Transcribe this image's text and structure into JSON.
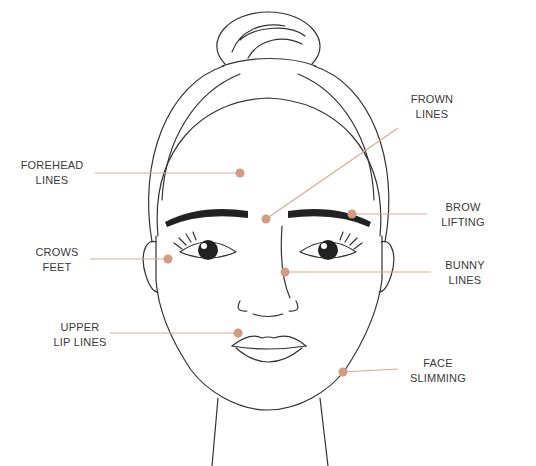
{
  "diagram": {
    "labels": [
      "FROWN LINES",
      "FOREHEAD LINES",
      "BROW LIFTING",
      "CROWS FEET",
      "BUNNY LINES",
      "UPPER LIP LINES",
      "FACE SLIMMING"
    ]
  }
}
